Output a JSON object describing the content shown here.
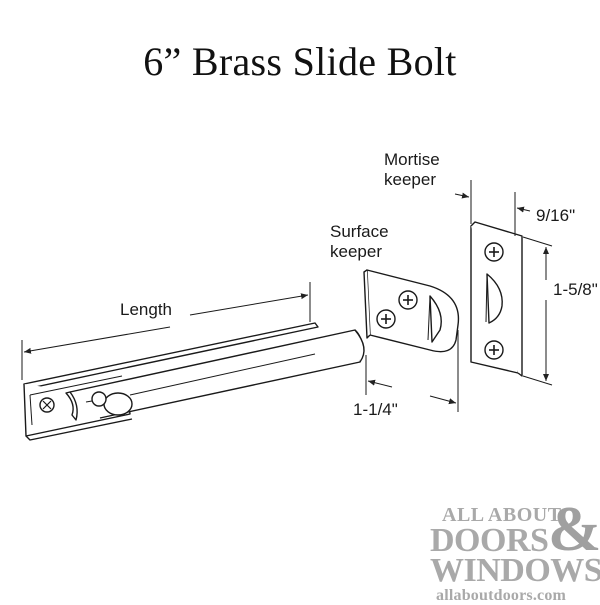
{
  "title": "6” Brass Slide Bolt",
  "labels": {
    "length": "Length",
    "surface_keeper_line1": "Surface",
    "surface_keeper_line2": "keeper",
    "mortise_keeper_line1": "Mortise",
    "mortise_keeper_line2": "keeper",
    "surface_keeper_width": "1-1/4\"",
    "mortise_keeper_width": "9/16\"",
    "mortise_keeper_height": "1-5/8\""
  },
  "logo": {
    "line1": "ALL ABOUT",
    "line2": "DOORS",
    "ampersand": "&",
    "line3": "WINDOWS",
    "url": "allaboutdoors.com",
    "color": "#a9a9a9"
  },
  "parts": [
    "slide-bolt",
    "surface-keeper",
    "mortise-keeper"
  ]
}
